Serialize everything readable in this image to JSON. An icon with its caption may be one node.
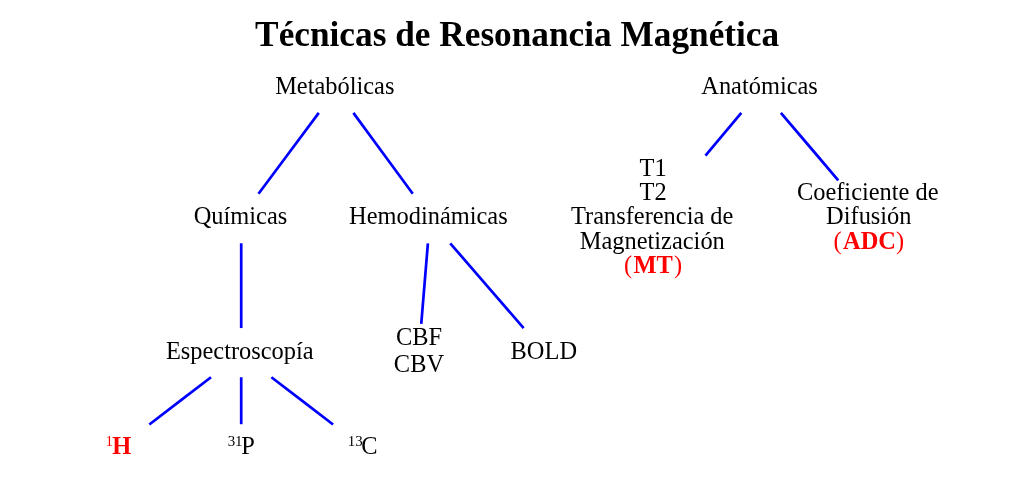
{
  "diagram": {
    "title": "Técnicas de Resonancia Magnética",
    "nodes": [
      {
        "text": [
          "Metabólicas"
        ]
      },
      {
        "text": [
          "Químicas"
        ]
      },
      {
        "text": [
          "Hemodinámicas"
        ]
      },
      {
        "text": [
          "Espectroscopía"
        ]
      },
      {
        "text": [
          "$^{1}$**H**"
        ]
      },
      {
        "text": [
          "$^{31}$P"
        ]
      },
      {
        "text": [
          "$^{13}$C"
        ]
      },
      {
        "text": [
          "CBF",
          "CBV"
        ]
      },
      {
        "text": [
          "BOLD"
        ]
      },
      {
        "text": [
          "Anatómicas"
        ]
      },
      {
        "text": [
          "T1",
          "T2",
          "Transferencia de Magnetización (**MT**)"
        ]
      },
      {
        "text": [
          "Coeficiente de Difusión (**ADC**)"
        ]
      }
    ],
    "edges": [
      {
        "from": 0,
        "to": 1,
        "arrow": "none"
      },
      {
        "from": 0,
        "to": 2,
        "arrow": "none"
      },
      {
        "from": 1,
        "to": 3,
        "arrow": "none"
      },
      {
        "from": 3,
        "to": 4,
        "arrow": "none"
      },
      {
        "from": 3,
        "to": 5,
        "arrow": "none"
      },
      {
        "from": 3,
        "to": 6,
        "arrow": "none"
      },
      {
        "from": 2,
        "to": 7,
        "arrow": "none"
      },
      {
        "from": 2,
        "to": 8,
        "arrow": "none"
      },
      {
        "from": 9,
        "to": 10,
        "arrow": "none"
      },
      {
        "from": 9,
        "to": 11,
        "arrow": "none"
      }
    ]
  }
}
